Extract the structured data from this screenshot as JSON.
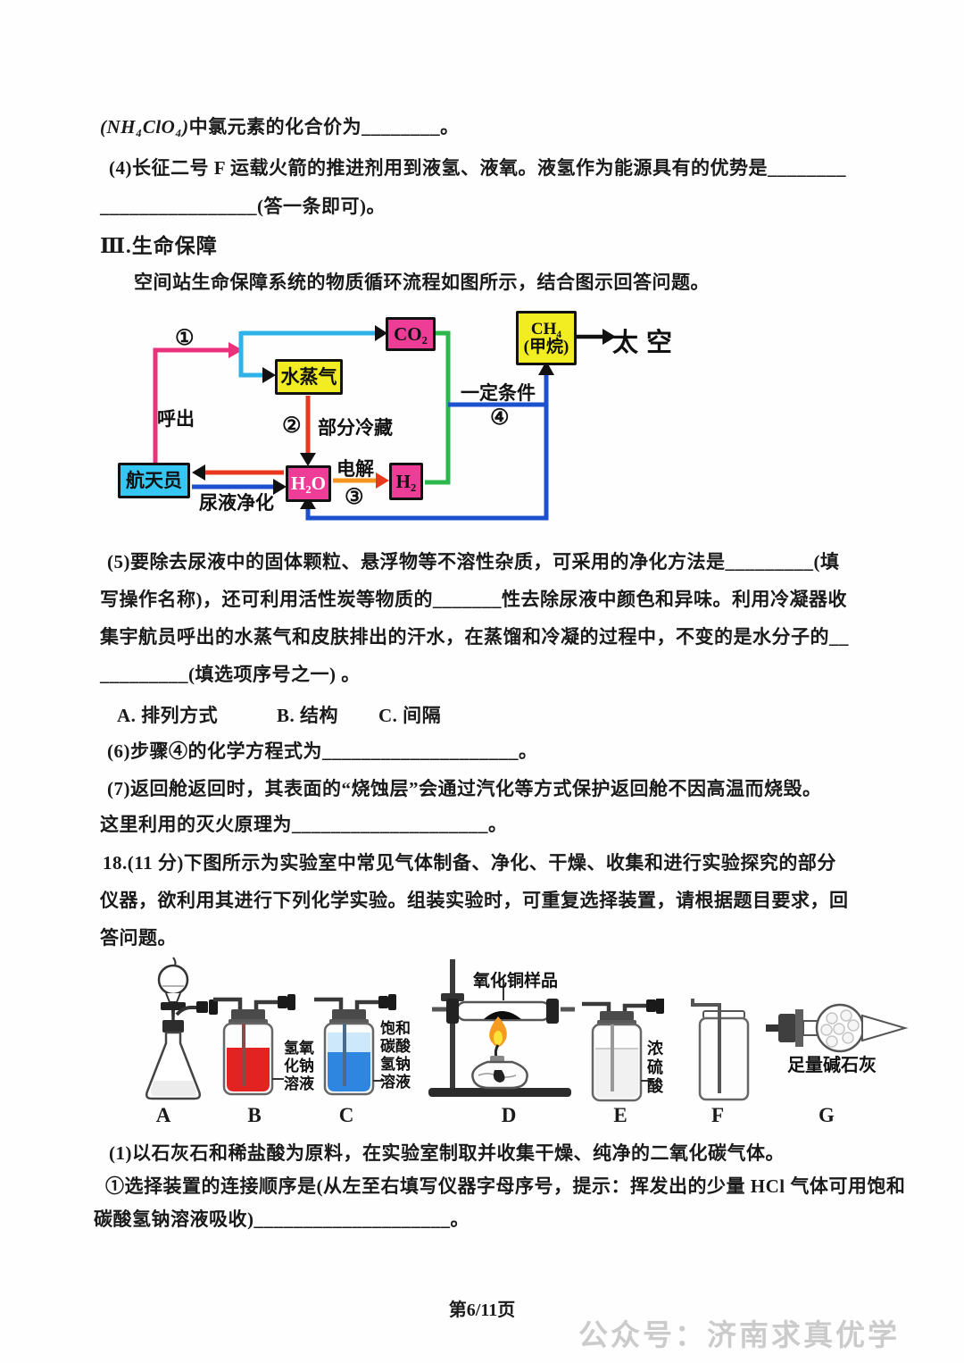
{
  "colors": {
    "box_pink": "#ee3d96",
    "box_yellow": "#f2ec22",
    "box_cyan": "#35c6f4",
    "arrow_pink": "#e8327c",
    "arrow_cyan": "#2eb3e8",
    "arrow_red": "#e8391e",
    "arrow_blue": "#1d50cf",
    "arrow_green": "#2cb84c",
    "arrow_orange": "#f7941d",
    "liquid_red": "#e32222",
    "liquid_blue": "#2e86e0",
    "liquid_blue_light": "#cde7fb",
    "watermark": "#cbcbcb"
  },
  "content": {
    "q3_formula": "(NH₄ClO₄)",
    "q3_rest": "中氯元素的化合价为________。",
    "q4_l1": "(4)长征二号 F 运载火箭的推进剂用到液氢、液氧。液氢作为能源具有的优势是________",
    "q4_l2": "________________(答一条即可)。",
    "section3_title": "Ⅲ.生命保障",
    "section3_intro": "空间站生命保障系统的物质循环流程如图所示，结合图示回答问题。",
    "q5_l1": "(5)要除去尿液中的固体颗粒、悬浮物等不溶性杂质，可采用的净化方法是_________(填",
    "q5_l2": "写操作名称)，还可利用活性炭等物质的_______性去除尿液中颜色和异味。利用冷凝器收",
    "q5_l3": "集宇航员呼出的水蒸气和皮肤排出的汗水，在蒸馏和冷凝的过程中，不变的是水分子的__",
    "q5_l4": "_________(填选项序号之一) 。",
    "q5_options": [
      "A. 排列方式",
      "B. 结构",
      "C. 间隔"
    ],
    "q6": "(6)步骤④的化学方程式为____________________。",
    "q7_l1": "(7)返回舱返回时，其表面的“烧蚀层”会通过汽化等方式保护返回舱不因高温而烧毁。",
    "q7_l2": "这里利用的灭火原理为____________________。",
    "q18_l1": "18.(11 分)下图所示为实验室中常见气体制备、净化、干燥、收集和进行实验探究的部分",
    "q18_l2": "仪器，欲利用其进行下列化学实验。组装实验时，可重复选择装置，请根据题目要求，回",
    "q18_l3": "答问题。",
    "q18_sub1": "(1)以石灰石和稀盐酸为原料，在实验室制取并收集干燥、纯净的二氧化碳气体。",
    "q18_sub1a_l1": "①选择装置的连接顺序是(从左至右填写仪器字母序号，提示：挥发出的少量 HCl 气体可用饱和",
    "q18_sub1a_l2": "碳酸氢钠溶液吸收)____________________。"
  },
  "diagram": {
    "boxes": {
      "astronaut": "航天员",
      "water_vapor": "水蒸气",
      "co2": "CO₂",
      "ch4_line1": "CH₄",
      "ch4_line2": "(甲烷)",
      "h2o": "H₂O",
      "h2": "H₂"
    },
    "labels": {
      "step1": "①",
      "exhale": "呼出",
      "step2": "②",
      "partial_cooling": "部分冷藏",
      "urine_purification": "尿液净化",
      "electrolysis": "电解",
      "step3": "③",
      "certain_conditions": "一定条件",
      "step4": "④",
      "space": "太空"
    }
  },
  "apparatus": {
    "labels": {
      "cuo_sample": "氧化铜样品",
      "naoh": "氢氧\n化钠\n溶液",
      "nahco3": "饱和\n碳酸\n氢钠\n溶液",
      "h2so4": "浓\n硫\n酸",
      "soda_lime": "足量碱石灰"
    },
    "letters": [
      "A",
      "B",
      "C",
      "D",
      "E",
      "F",
      "G"
    ]
  },
  "footer": {
    "page_number": "第6/11页",
    "watermark": "公众号：济南求真优学"
  }
}
